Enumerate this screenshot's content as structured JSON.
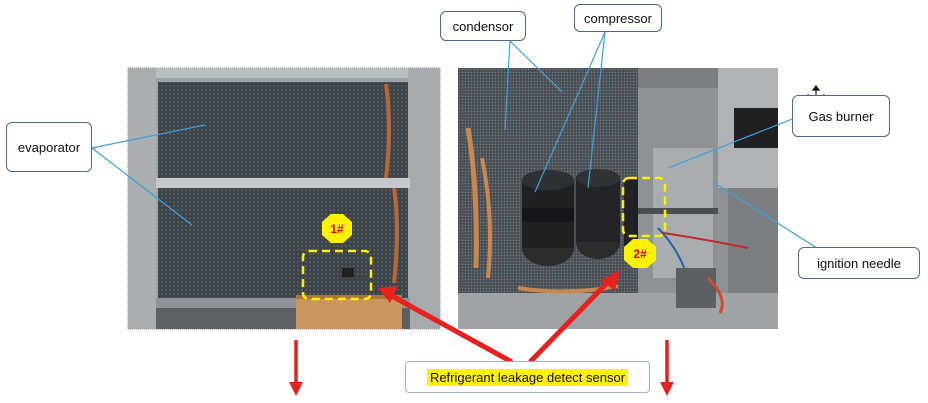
{
  "labels": {
    "condensor": "condensor",
    "compressor": "compressor",
    "evaporator": "evaporator",
    "gas_burner": "Gas burner",
    "ignition_needle": "ignition needle",
    "sensor": "Refrigerant leakage detect sensor"
  },
  "markers": {
    "marker_1": "1#",
    "marker_2": "2#"
  },
  "colors": {
    "callout_border": "#4b6a92",
    "leader_line": "#3fa0d8",
    "marker_fill": "#fff200",
    "marker_text": "#e0001b",
    "arrow": "#e8201f",
    "highlight": "#fff200"
  }
}
